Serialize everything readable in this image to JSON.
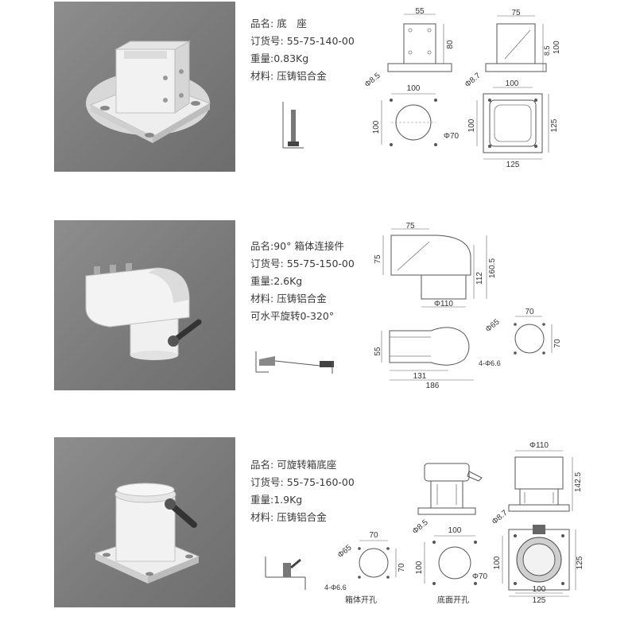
{
  "products": [
    {
      "name_label": "品名:",
      "name": "底　座",
      "order_label": "订货号:",
      "order_no": "55-75-140-00",
      "weight_label": "重量:",
      "weight": "0.83Kg",
      "material_label": "材料:",
      "material": "压铸铝合金",
      "dims": {
        "top_w": "55",
        "top_h": "80",
        "side_w": "75",
        "side_h1": "8.5",
        "side_h2": "100",
        "bolt_dia": "Φ8.5",
        "bolt_span": "100",
        "bolt_span_v": "100",
        "hole": "Φ70",
        "flange_dia": "Φ8.7",
        "flange_w": "100",
        "flange_h": "100",
        "flange_outer_h": "125",
        "flange_outer_w": "125"
      }
    },
    {
      "name_label": "品名:",
      "name": "90° 箱体连接件",
      "order_label": "订货号:",
      "order_no": "55-75-150-00",
      "weight_label": "重量:",
      "weight": "2.6Kg",
      "material_label": "材料:",
      "material": "压铸铝合金",
      "note": "可水平旋转0-320°",
      "dims": {
        "w75": "75",
        "h75": "75",
        "h112": "112",
        "h160": "160.5",
        "d110": "Φ110",
        "h55": "55",
        "l131": "131",
        "l186": "186",
        "d65": "Φ65",
        "s70": "70",
        "s70v": "70",
        "holes": "4-Φ6.6"
      }
    },
    {
      "name_label": "品名:",
      "name": "可旋转箱底座",
      "order_label": "订货号:",
      "order_no": "55-75-160-00",
      "weight_label": "重量:",
      "weight": "1.9Kg",
      "material_label": "材料:",
      "material": "压铸铝合金",
      "dims": {
        "d110": "Φ110",
        "h142": "142.5",
        "d65": "Φ65",
        "s70": "70",
        "s70v": "70",
        "holes": "4-Φ6.6",
        "caption_box": "箱体开孔",
        "d85": "Φ8.5",
        "s100": "100",
        "s100v": "100",
        "d70": "Φ70",
        "caption_base": "底面开孔",
        "d87": "Φ8.7",
        "f100": "100",
        "f100v": "100",
        "f125": "125",
        "f125v": "125"
      }
    }
  ]
}
